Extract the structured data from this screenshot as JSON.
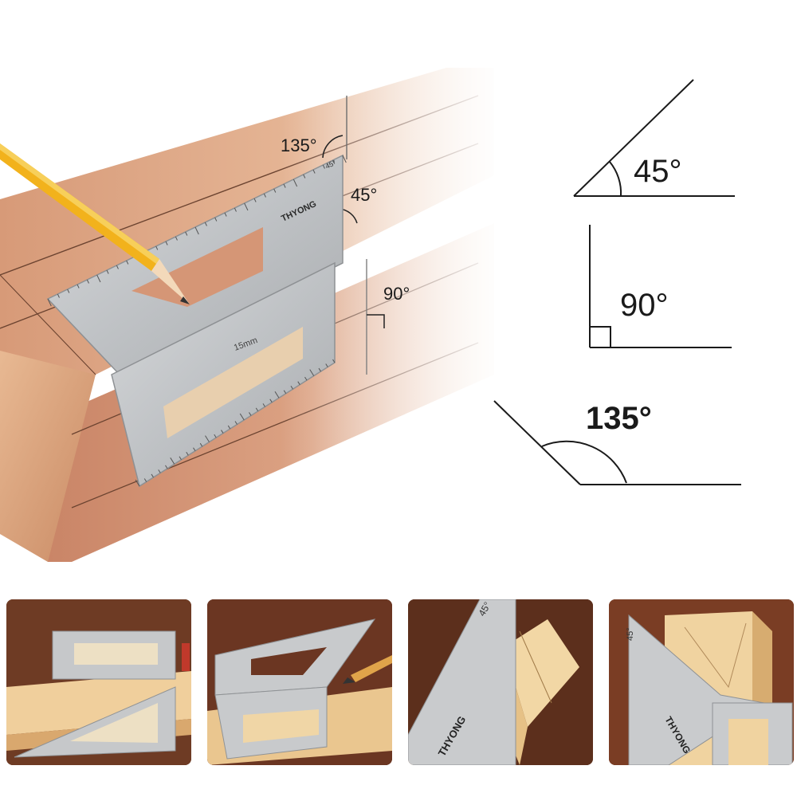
{
  "brand": "THYONG",
  "hero": {
    "callouts": {
      "angle_135": "135°",
      "angle_45": "45°",
      "angle_90": "90°"
    },
    "ruler_mark": "15mm",
    "tool_marking": "45°"
  },
  "diagrams": [
    {
      "label": "45°"
    },
    {
      "label": "90°"
    },
    {
      "label": "135°"
    }
  ],
  "thumbnails": [
    {
      "name": "top-view-on-board"
    },
    {
      "name": "marking-with-pencil"
    },
    {
      "name": "angled-45-closeup",
      "tool_marking": "45°"
    },
    {
      "name": "square-against-block",
      "tool_marking": "45°"
    }
  ],
  "colors": {
    "wood_light": "#e7b898",
    "wood_mid": "#d69a77",
    "wood_dark": "#b9765a",
    "aluminum": "#c9cbcd",
    "pencil": "#f2b21c",
    "background_board": "#6b3a22"
  }
}
